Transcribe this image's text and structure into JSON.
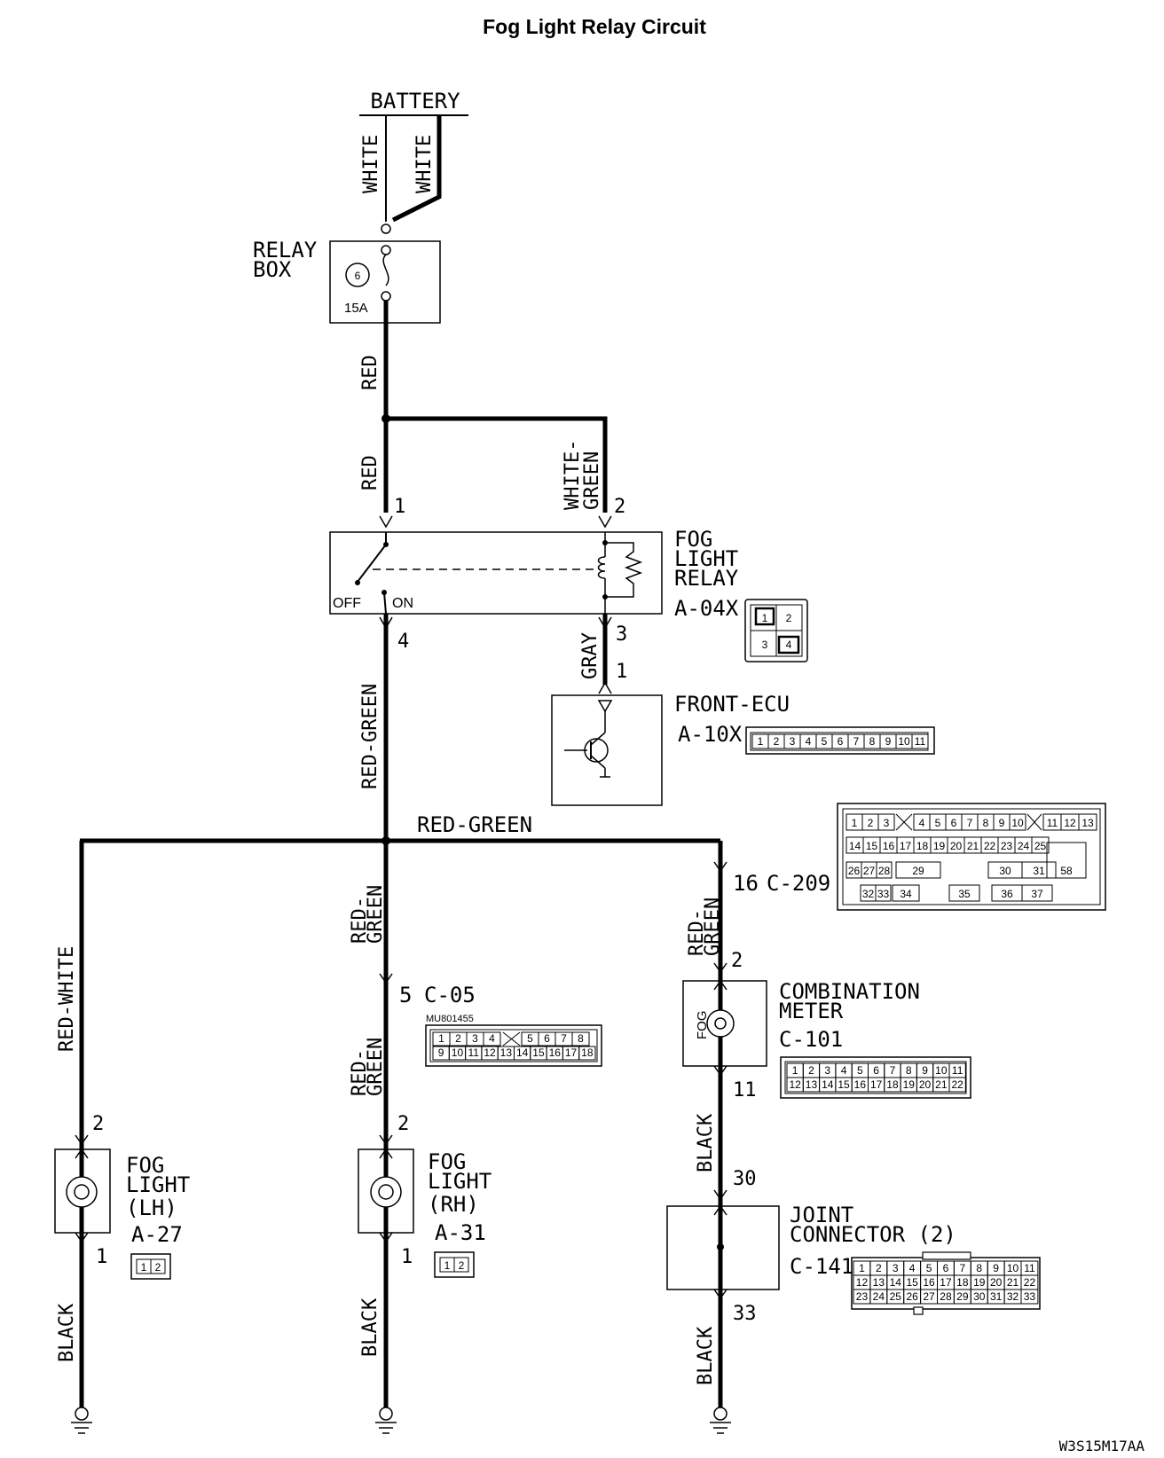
{
  "title": "Fog Light Relay Circuit",
  "code": "W3S15M17AA",
  "battery": "BATTERY",
  "wires": {
    "white1": "WHITE",
    "white2": "WHITE",
    "red1": "RED",
    "red2": "RED",
    "white_green_1": "WHITE-",
    "white_green_2": "GREEN",
    "gray": "GRAY",
    "red_green_main": "RED-GREEN",
    "red_green_bus": "RED-GREEN",
    "red_white": "RED-WHITE",
    "rg_mid_a1": "RED-",
    "rg_mid_a2": "GREEN",
    "rg_mid_b1": "RED-",
    "rg_mid_b2": "GREEN",
    "rg_right_1": "RED-",
    "rg_right_2": "GREEN",
    "black_lh": "BLACK",
    "black_rh": "BLACK",
    "black_meter": "BLACK",
    "black_joint": "BLACK"
  },
  "relay_box": {
    "label_1": "RELAY",
    "label_2": "BOX",
    "fuse_num": "6",
    "rating": "15A"
  },
  "fog_relay": {
    "label_1": "FOG",
    "label_2": "LIGHT",
    "label_3": "RELAY",
    "id": "A-04X",
    "pin1": "1",
    "pin2": "2",
    "pin3": "3",
    "pin4": "4",
    "off": "OFF",
    "on": "ON",
    "connector": [
      "1",
      "2",
      "3",
      "4"
    ]
  },
  "front_ecu": {
    "label": "FRONT-ECU",
    "id": "A-10X",
    "pin": "1",
    "connector": [
      "1",
      "2",
      "3",
      "4",
      "5",
      "6",
      "7",
      "8",
      "9",
      "10",
      "11"
    ]
  },
  "c209": {
    "pin": "16",
    "id": "C-209",
    "row1": [
      "1",
      "2",
      "3",
      "4",
      "5",
      "6",
      "7",
      "8",
      "9",
      "10",
      "11",
      "12",
      "13"
    ],
    "row2": [
      "14",
      "15",
      "16",
      "17",
      "18",
      "19",
      "20",
      "21",
      "22",
      "23",
      "24",
      "25"
    ],
    "row3": [
      "26",
      "27",
      "28",
      "29",
      "30",
      "31"
    ],
    "row4": [
      "32",
      "33",
      "34",
      "35",
      "36",
      "37"
    ],
    "big": "58"
  },
  "c05": {
    "pin": "5",
    "id": "C-05",
    "part": "MU801455",
    "row1": [
      "1",
      "2",
      "3",
      "4",
      "5",
      "6",
      "7",
      "8"
    ],
    "row2": [
      "9",
      "10",
      "11",
      "12",
      "13",
      "14",
      "15",
      "16",
      "17",
      "18"
    ]
  },
  "meter": {
    "label_1": "COMBINATION",
    "label_2": "METER",
    "id": "C-101",
    "fog": "FOG",
    "pin_in": "2",
    "pin_out": "11",
    "row1": [
      "1",
      "2",
      "3",
      "4",
      "5",
      "6",
      "7",
      "8",
      "9",
      "10",
      "11"
    ],
    "row2": [
      "12",
      "13",
      "14",
      "15",
      "16",
      "17",
      "18",
      "19",
      "20",
      "21",
      "22"
    ]
  },
  "joint": {
    "label_1": "JOINT",
    "label_2": "CONNECTOR (2)",
    "id": "C-141",
    "pin_in": "30",
    "pin_out": "33",
    "row1": [
      "1",
      "2",
      "3",
      "4",
      "5",
      "6",
      "7",
      "8",
      "9",
      "10",
      "11"
    ],
    "row2": [
      "12",
      "13",
      "14",
      "15",
      "16",
      "17",
      "18",
      "19",
      "20",
      "21",
      "22"
    ],
    "row3": [
      "23",
      "24",
      "25",
      "26",
      "27",
      "28",
      "29",
      "30",
      "31",
      "32",
      "33"
    ]
  },
  "fog_lh": {
    "label_1": "FOG",
    "label_2": "LIGHT",
    "label_3": "(LH)",
    "id": "A-27",
    "pin_in": "2",
    "pin_out": "1",
    "connector": [
      "1",
      "2"
    ]
  },
  "fog_rh": {
    "label_1": "FOG",
    "label_2": "LIGHT",
    "label_3": "(RH)",
    "id": "A-31",
    "pin_in": "2",
    "pin_out": "1",
    "connector": [
      "1",
      "2"
    ]
  }
}
